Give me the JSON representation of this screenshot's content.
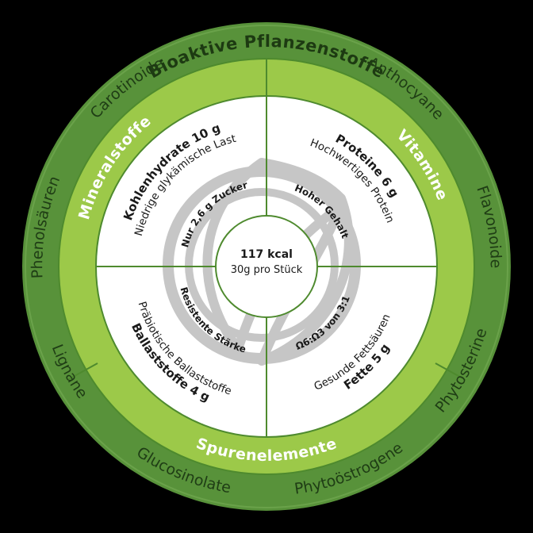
{
  "colors": {
    "outer_ring": "#58923a",
    "middle_ring": "#9cc949",
    "inner_disc": "#ffffff",
    "divider": "#4e8a2e",
    "text_dark": "#1a1a1a",
    "watermark": "#9a9a9a"
  },
  "outer_ring": {
    "title": "Bioaktive Pflanzenstoffe",
    "items": [
      "Anthocyane",
      "Flavonoide",
      "Phytosterine",
      "Phytoöstrogene",
      "Glucosinolate",
      "Lignane",
      "Phenolsäuren",
      "Carotinoide"
    ]
  },
  "middle_ring": {
    "labels": [
      "Mineralstoffe",
      "Vitamine",
      "Spurenelemente"
    ]
  },
  "quadrants": [
    {
      "head": "Kohlenhydrate 10 g",
      "sub": "Niedrige glykämische Last",
      "inner": "Nur 2,6 g Zucker"
    },
    {
      "head": "Proteine 6 g",
      "sub": "Hochwertiges Protein",
      "inner": "Hoher Gehalt"
    },
    {
      "head": "Fette 5 g",
      "sub": "Gesunde Fettsäuren",
      "inner": "Ω6:Ω3 von 3:1"
    },
    {
      "head": "Ballaststoffe 4 g",
      "sub": "Präbiotische Ballaststoffe",
      "inner": "Resistente Stärke"
    }
  ],
  "center": {
    "kcal": "117 kcal",
    "portion": "30g pro Stück"
  },
  "icons": [
    "leaf-logo-watermark"
  ]
}
